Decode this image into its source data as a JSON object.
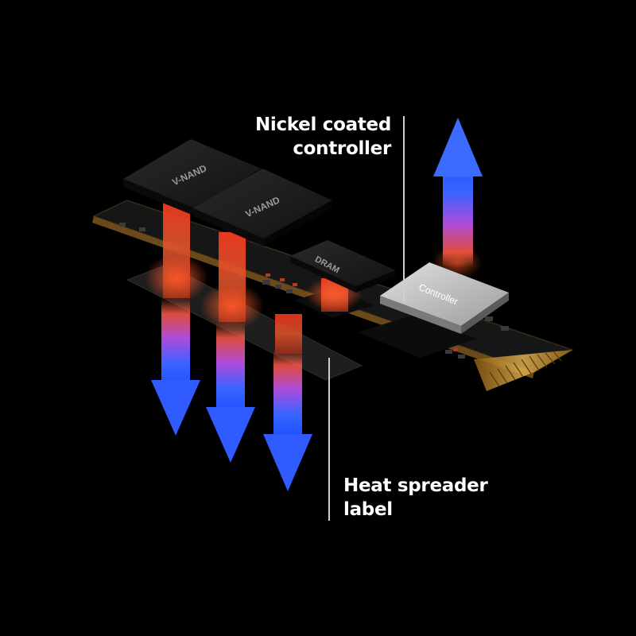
{
  "components": {
    "nand_chip_1": "V-NAND",
    "nand_chip_2": "V-NAND",
    "dram_chip": "DRAM",
    "controller_chip": "Controller"
  },
  "callouts": {
    "nickel_coated_controller": [
      "Nickel coated",
      "controller"
    ],
    "heat_spreader_label": [
      "Heat spreader",
      "label"
    ]
  },
  "colors": {
    "background": "#000000",
    "pcb": "#141414",
    "gold_contacts": "#c9952e",
    "chip": "#1b1b1b",
    "controller": "#bdbdbd",
    "heat_glow": "#e2542a",
    "arrow_blue": "#2f6cff",
    "arrow_red": "#ff5a3c"
  },
  "arrows": {
    "upward_count": 1,
    "downward_count": 3
  }
}
